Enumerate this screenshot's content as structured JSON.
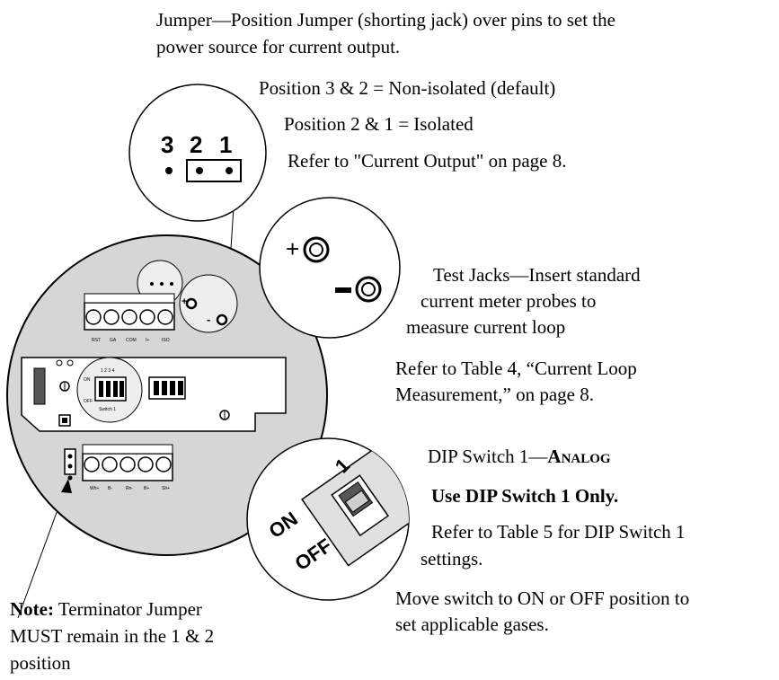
{
  "jumper": {
    "line1": "Jumper—Position Jumper (shorting jack) over pins to set the",
    "line2": "power source for current output.",
    "pos32": "Position 3 & 2 = Non-isolated (default)",
    "pos21": "Position 2 & 1 = Isolated",
    "ref": "Refer to \"Current Output\" on page 8.",
    "pin3": "3",
    "pin2": "2",
    "pin1": "1"
  },
  "test_jacks": {
    "line1": "Test Jacks—Insert standard",
    "line2": "current meter probes to",
    "line3": "measure current loop",
    "ref1": "Refer to Table 4, “Current Loop",
    "ref2": "Measurement,” on page 8.",
    "plus": "+",
    "minus": "-"
  },
  "dip": {
    "title_prefix": "DIP Switch 1—",
    "title_strong": "Analog",
    "use_only": "Use DIP Switch 1 Only.",
    "ref1": "Refer to Table 5 for DIP Switch 1",
    "ref2": "settings.",
    "move1": "Move switch to ON or OFF position to",
    "move2": "set applicable gases.",
    "zoom_num": "1",
    "zoom_on": "ON",
    "zoom_off": "OFF"
  },
  "note": {
    "label": "Note:",
    "line1": " Terminator Jumper",
    "line2": "MUST remain in the 1 & 2",
    "line3": "position"
  },
  "board": {
    "top_terminals": [
      "RST",
      "GA",
      "COM",
      "I+",
      "ISO"
    ],
    "bottom_terminals": [
      "Wh+",
      "B-",
      "Rn-",
      "B+",
      "Sh+"
    ],
    "dip_on": "ON",
    "dip_off": "OFF",
    "dip_nums": "1 2 3 4",
    "switch_label": "Switch 1"
  }
}
